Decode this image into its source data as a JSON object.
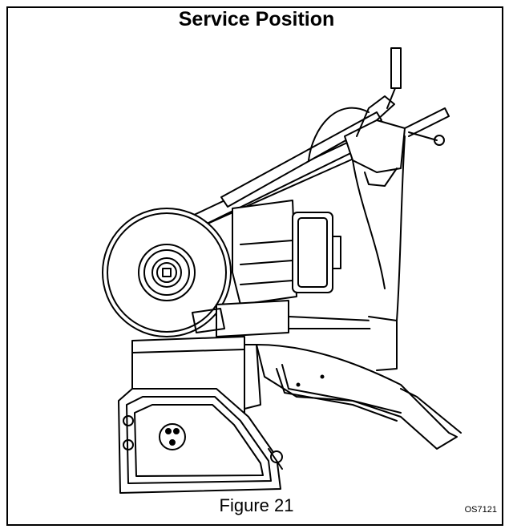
{
  "header": {
    "title": "Service Position"
  },
  "figure": {
    "caption": "Figure 21",
    "code": "OS7121"
  },
  "style": {
    "line_color": "#000000",
    "background": "#ffffff"
  }
}
